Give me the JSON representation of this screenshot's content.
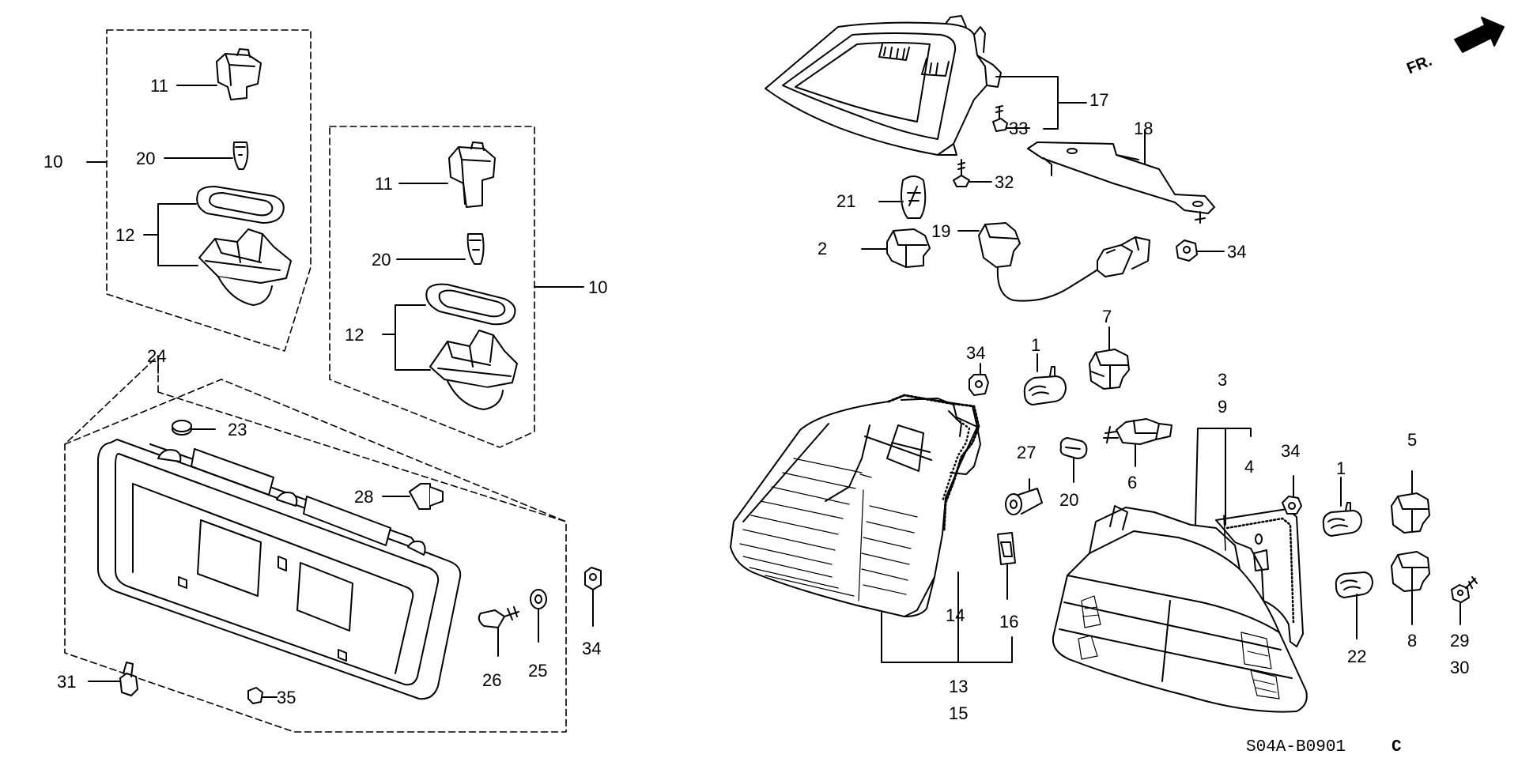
{
  "diagram": {
    "code": "S04A-B0901",
    "code_suffix": "C",
    "direction_label": "FR.",
    "callouts": {
      "c1": "1",
      "c1b": "1",
      "c2": "2",
      "c3": "3",
      "c4": "4",
      "c5": "5",
      "c6": "6",
      "c7": "7",
      "c8": "8",
      "c9": "9",
      "c10a": "10",
      "c10b": "10",
      "c11a": "11",
      "c11b": "11",
      "c12a": "12",
      "c12b": "12",
      "c13": "13",
      "c14": "14",
      "c15": "15",
      "c16": "16",
      "c17": "17",
      "c18": "18",
      "c19": "19",
      "c20a": "20",
      "c20b": "20",
      "c20c": "20",
      "c21": "21",
      "c22": "22",
      "c23": "23",
      "c24": "24",
      "c25": "25",
      "c26": "26",
      "c27": "27",
      "c28": "28",
      "c29": "29",
      "c30": "30",
      "c31": "31",
      "c32": "32",
      "c33": "33",
      "c34a": "34",
      "c34b": "34",
      "c34c": "34",
      "c34d": "34",
      "c35": "35"
    }
  }
}
